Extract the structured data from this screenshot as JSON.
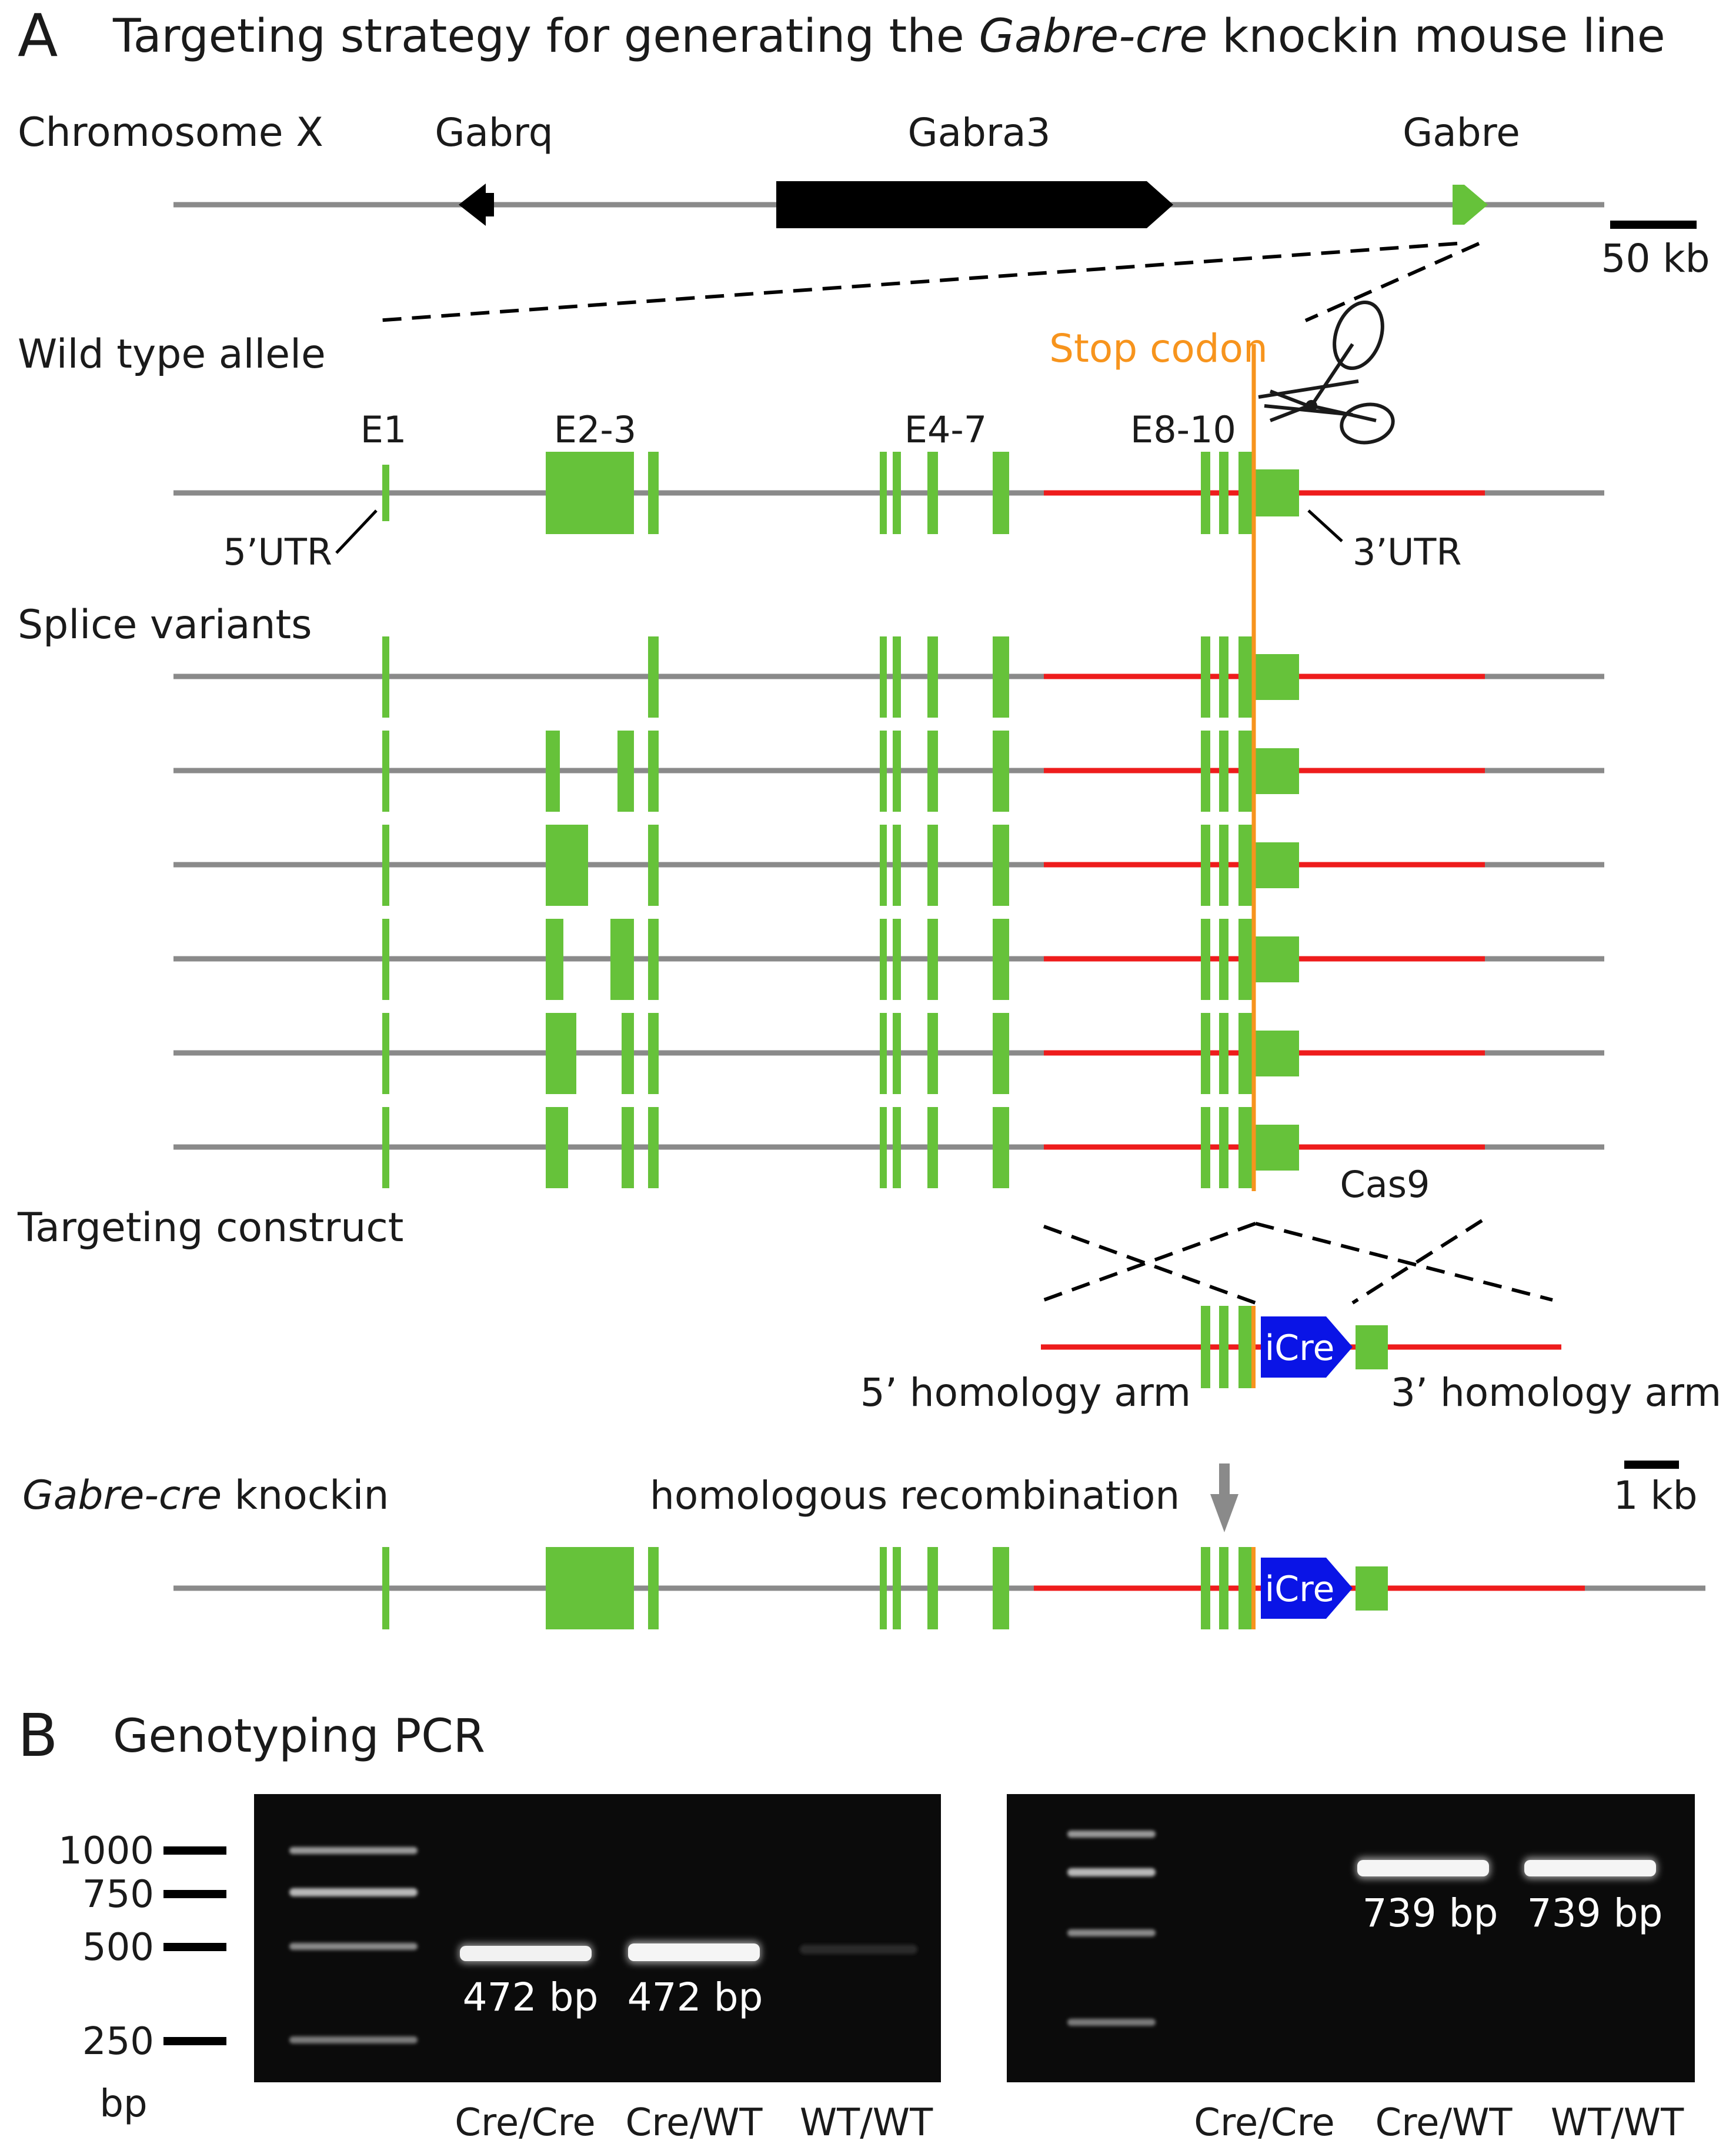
{
  "panel_a": {
    "letter": "A",
    "title_pre": "Targeting strategy for generating the ",
    "title_gene": "Gabre-cre",
    "title_post": " knockin mouse line",
    "chromosome": {
      "label": "Chromosome X",
      "genes": [
        "Gabrq",
        "Gabra3",
        "Gabre"
      ],
      "scale": "50 kb"
    },
    "wild_type": {
      "label": "Wild type allele",
      "stop_codon": "Stop codon",
      "exons": [
        "E1",
        "E2-3",
        "E4-7",
        "E8-10"
      ],
      "utr5": "5’UTR",
      "utr3": "3’UTR"
    },
    "splice_label": "Splice variants",
    "cas9": "Cas9",
    "construct": {
      "label": "Targeting construct",
      "icre": "iCre",
      "arm5": "5’ homology arm",
      "arm3": "3’ homology arm"
    },
    "knockin": {
      "label_gene": "Gabre-cre",
      "label_rest": " knockin",
      "recombination": "homologous recombination",
      "scale": "1 kb",
      "icre": "iCre"
    },
    "colors": {
      "exon": "#66c23a",
      "homology": "#ee1c1c",
      "stop": "#f7941d",
      "icre": "#0a14e6",
      "line": "#8a8a8a"
    }
  },
  "panel_b": {
    "letter": "B",
    "title": "Genotyping PCR",
    "ladder": [
      "1000",
      "750",
      "500",
      "250"
    ],
    "ladder_unit": "bp",
    "gel1": {
      "bands": [
        "472 bp",
        "472 bp"
      ],
      "lanes": [
        "Cre/Cre",
        "Cre/WT",
        "WT/WT"
      ]
    },
    "gel2": {
      "bands": [
        "739 bp",
        "739 bp"
      ],
      "lanes": [
        "Cre/Cre",
        "Cre/WT",
        "WT/WT"
      ]
    }
  }
}
